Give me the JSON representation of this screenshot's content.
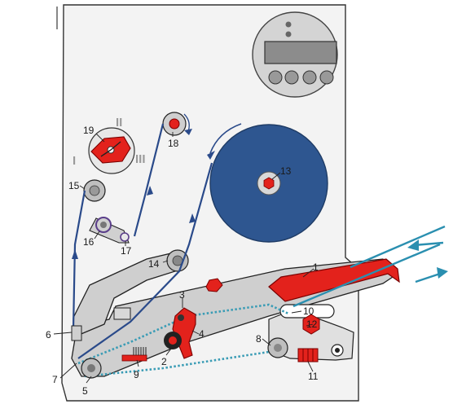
{
  "part_numbers": {
    "p1": "1",
    "p2": "2",
    "p3": "3",
    "p4": "4",
    "p5": "5",
    "p6": "6",
    "p7": "7",
    "p8": "8",
    "p9": "9",
    "p10": "10",
    "p11": "11",
    "p12": "12",
    "p13": "13",
    "p14": "14",
    "p15": "15",
    "p16": "16",
    "p17": "17",
    "p18": "18",
    "p19": "19"
  },
  "tension_positions": {
    "i": "I",
    "ii": "II",
    "iii": "III"
  },
  "colors": {
    "housing_fill": "#f2f2f2",
    "housing_stroke": "#333333",
    "arm_gray": "#c8c8c8",
    "dark_stroke": "#222222",
    "label_roll": "#2e5690",
    "web_line": "#2a4a8a",
    "liner_dotted": "#3a9cb5",
    "accent_red": "#e3221c",
    "display_lcd": "#8a8a8a",
    "control_panel": "#cfcfcf",
    "arrow_teal": "#2a8fb0"
  },
  "icons": {
    "display": "control-panel-icon",
    "arrows": "product-flow-arrows-icon"
  }
}
